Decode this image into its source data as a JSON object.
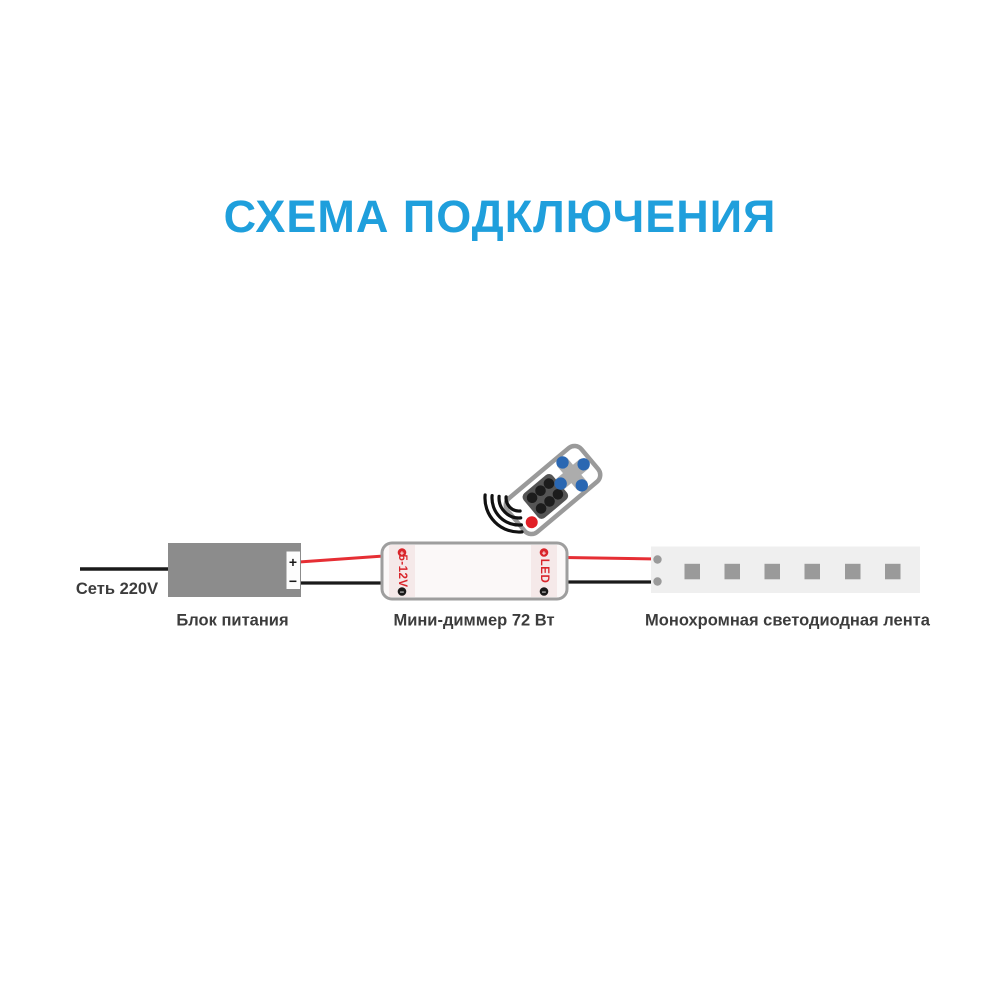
{
  "title": "СХЕМА ПОДКЛЮЧЕНИЯ",
  "components": {
    "mains": {
      "label": "Сеть 220V"
    },
    "power_supply": {
      "label": "Блок питания",
      "terminal_plus": "+",
      "terminal_minus": "−"
    },
    "dimmer": {
      "label": "Мини-диммер 72 Вт",
      "input_port": "5-12V",
      "output_port": "LED",
      "plus": "+",
      "minus": "−"
    },
    "led_strip": {
      "label": "Монохромная светодиодная лента",
      "led_count": 6
    }
  },
  "colors": {
    "title_blue": "#1F9FDC",
    "wire_red": "#E62E34",
    "wire_black": "#1A1A1A",
    "psu_gray": "#8C8C8C",
    "label_gray": "#3C3C3C",
    "led_strip_bg": "#EFEFEF",
    "led_chip_gray": "#9A9A9A",
    "dimmer_border_gray": "#9E9E9E",
    "port_red": "#D9252B",
    "remote_blue": "#2A67B2",
    "remote_button_red": "#E11F26"
  }
}
